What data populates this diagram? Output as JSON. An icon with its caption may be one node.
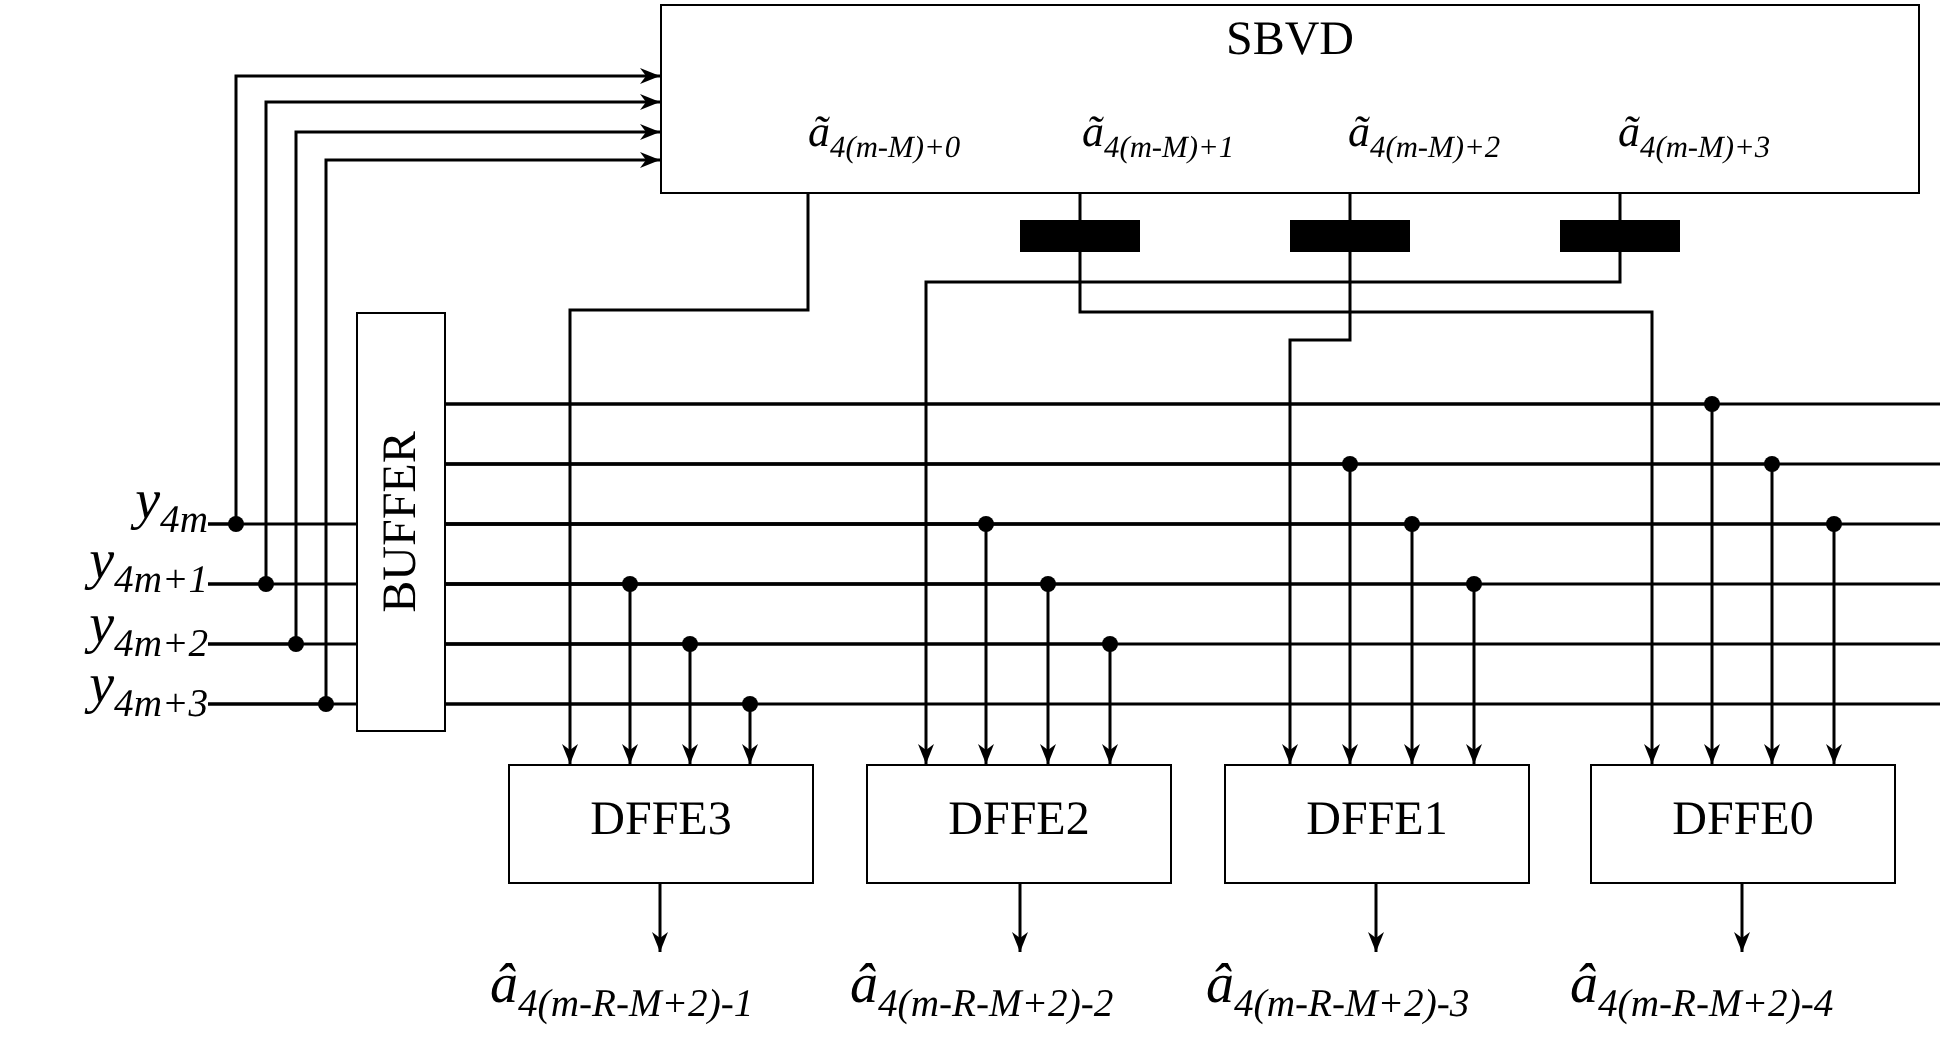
{
  "diagram": {
    "nodes": [
      {
        "text": [
          "SBVD",
          "ã$_{4(m-M)+0}$",
          "ã$_{4(m-M)+1}$",
          "ã$_{4(m-M)+2}$",
          "ã$_{4(m-M)+3}$"
        ]
      },
      {
        "text": [
          "BUFFER"
        ]
      },
      {
        "text": [
          "DFFE3"
        ]
      },
      {
        "text": [
          "DFFE2"
        ]
      },
      {
        "text": [
          "DFFE1"
        ]
      },
      {
        "text": [
          "DFFE0"
        ]
      },
      {
        "text": [
          "y$_{4m}$"
        ]
      },
      {
        "text": [
          "y$_{4m+1}$"
        ]
      },
      {
        "text": [
          "y$_{4m+2}$"
        ]
      },
      {
        "text": [
          "y$_{4m+3}$"
        ]
      },
      {
        "text": [
          "â$_{4(m-R-M+2)-1}$"
        ]
      },
      {
        "text": [
          "â$_{4(m-R-M+2)-2}$"
        ]
      },
      {
        "text": [
          "â$_{4(m-R-M+2)-3}$"
        ]
      },
      {
        "text": [
          "â$_{4(m-R-M+2)-4}$"
        ]
      },
      {
        "text": [],
        "shape": "bar"
      },
      {
        "text": [],
        "shape": "bar"
      },
      {
        "text": [],
        "shape": "bar"
      }
    ],
    "edges": [
      {
        "from": 6,
        "to": 0,
        "arrow": "to"
      },
      {
        "from": 7,
        "to": 0,
        "arrow": "to"
      },
      {
        "from": 8,
        "to": 0,
        "arrow": "to"
      },
      {
        "from": 9,
        "to": 0,
        "arrow": "to"
      },
      {
        "from": 6,
        "to": 1,
        "arrow": "none"
      },
      {
        "from": 7,
        "to": 1,
        "arrow": "none"
      },
      {
        "from": 8,
        "to": 1,
        "arrow": "none"
      },
      {
        "from": 9,
        "to": 1,
        "arrow": "none"
      },
      {
        "from": 0,
        "to": 2,
        "arrow": "to"
      },
      {
        "from": 0,
        "to": 14,
        "arrow": "none"
      },
      {
        "from": 0,
        "to": 15,
        "arrow": "none"
      },
      {
        "from": 0,
        "to": 16,
        "arrow": "none"
      },
      {
        "from": 14,
        "to": 5,
        "arrow": "to"
      },
      {
        "from": 15,
        "to": 4,
        "arrow": "to"
      },
      {
        "from": 16,
        "to": 3,
        "arrow": "to"
      },
      {
        "from": 1,
        "to": 2,
        "arrow": "to"
      },
      {
        "from": 1,
        "to": 2,
        "arrow": "to"
      },
      {
        "from": 1,
        "to": 2,
        "arrow": "to"
      },
      {
        "from": 1,
        "to": 3,
        "arrow": "to"
      },
      {
        "from": 1,
        "to": 3,
        "arrow": "to"
      },
      {
        "from": 1,
        "to": 3,
        "arrow": "to"
      },
      {
        "from": 1,
        "to": 4,
        "arrow": "to"
      },
      {
        "from": 1,
        "to": 4,
        "arrow": "to"
      },
      {
        "from": 1,
        "to": 4,
        "arrow": "to"
      },
      {
        "from": 1,
        "to": 5,
        "arrow": "to"
      },
      {
        "from": 1,
        "to": 5,
        "arrow": "to"
      },
      {
        "from": 1,
        "to": 5,
        "arrow": "to"
      },
      {
        "from": 1,
        "to": null,
        "arrow": "none"
      },
      {
        "from": 1,
        "to": null,
        "arrow": "none"
      },
      {
        "from": 1,
        "to": null,
        "arrow": "none"
      },
      {
        "from": 1,
        "to": null,
        "arrow": "none"
      },
      {
        "from": 1,
        "to": null,
        "arrow": "none"
      },
      {
        "from": 1,
        "to": null,
        "arrow": "none"
      },
      {
        "from": 2,
        "to": 10,
        "arrow": "to"
      },
      {
        "from": 3,
        "to": 11,
        "arrow": "to"
      },
      {
        "from": 4,
        "to": 12,
        "arrow": "to"
      },
      {
        "from": 5,
        "to": 13,
        "arrow": "to"
      }
    ]
  }
}
